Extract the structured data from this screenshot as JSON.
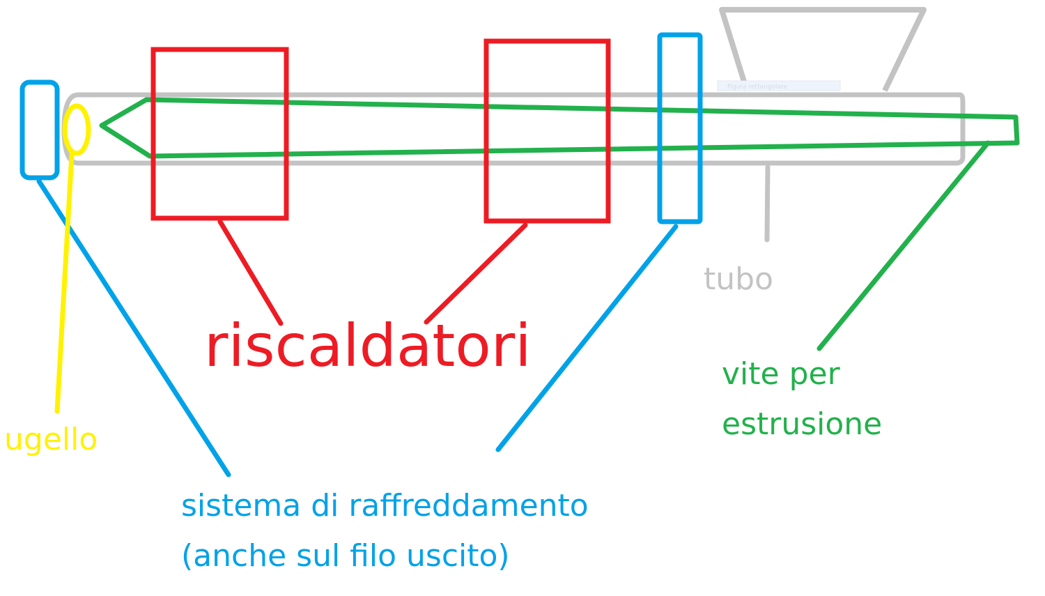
{
  "colors": {
    "heater": "#ed1c24",
    "cooling": "#00a2e8",
    "nozzle": "#fff200",
    "screw": "#22b14c",
    "tube": "#c3c3c3"
  },
  "labels": {
    "heaters": "riscaldatori",
    "tube": "tubo",
    "nozzle": "ugello",
    "screw_line1": "vite per",
    "screw_line2": "estrusione",
    "cooling_line1": "sistema di raffreddamento",
    "cooling_line2": "(anche sul filo uscito)"
  },
  "artifacts": {
    "faint_tooltip_text": "Figura rettangolare"
  }
}
